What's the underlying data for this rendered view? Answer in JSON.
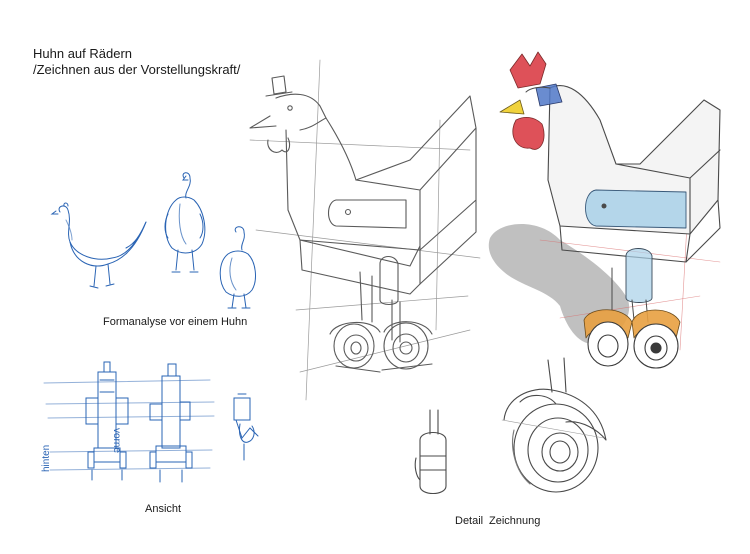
{
  "header": {
    "line1": "Huhn auf Rädern",
    "line2": "/Zeichnen aus der Vorstellungskraft/"
  },
  "captions": {
    "formanalyse": "Formanalyse vor einem Huhn",
    "ansicht": "Ansicht",
    "detail": "Detail",
    "zeichnung": "Zeichnung"
  },
  "side_labels": {
    "hinten": "hinten",
    "vorne": "vorne"
  },
  "colors": {
    "pencil": "#7a7a7a",
    "pencil_dark": "#4a4a4a",
    "blue_ink": "#2a64b4",
    "comb_red": "#d8323c",
    "beak_yellow": "#f0d23c",
    "hat_blue": "#5078c8",
    "wing_blue": "#a8d0e8",
    "wheel_orange": "#e8a040",
    "shadow": "#8c8c8c"
  }
}
